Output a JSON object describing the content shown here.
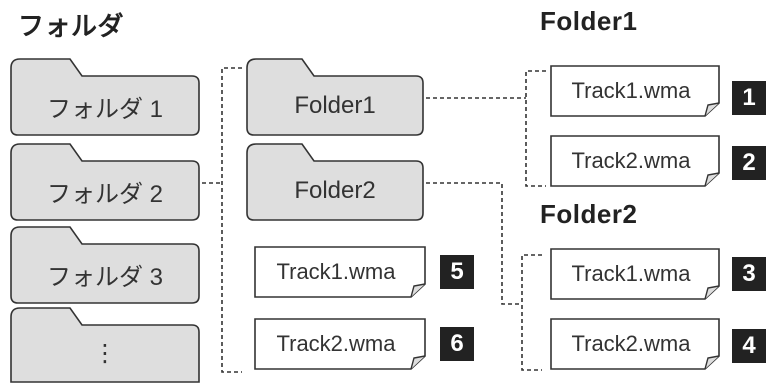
{
  "headings": {
    "folders": "フォルダ",
    "folder1": "Folder1",
    "folder2": "Folder2"
  },
  "left_folders": [
    "フォルダ 1",
    "フォルダ 2",
    "フォルダ 3",
    "⋮"
  ],
  "middle": {
    "folders": [
      "Folder1",
      "Folder2"
    ],
    "files": [
      {
        "name": "Track1.wma",
        "order": "5"
      },
      {
        "name": "Track2.wma",
        "order": "6"
      }
    ]
  },
  "folder1_files": [
    {
      "name": "Track1.wma",
      "order": "1"
    },
    {
      "name": "Track2.wma",
      "order": "2"
    }
  ],
  "folder2_files": [
    {
      "name": "Track1.wma",
      "order": "3"
    },
    {
      "name": "Track2.wma",
      "order": "4"
    }
  ],
  "colors": {
    "folder_fill": "#dedede",
    "badge": "#222222",
    "stroke": "#333333"
  }
}
